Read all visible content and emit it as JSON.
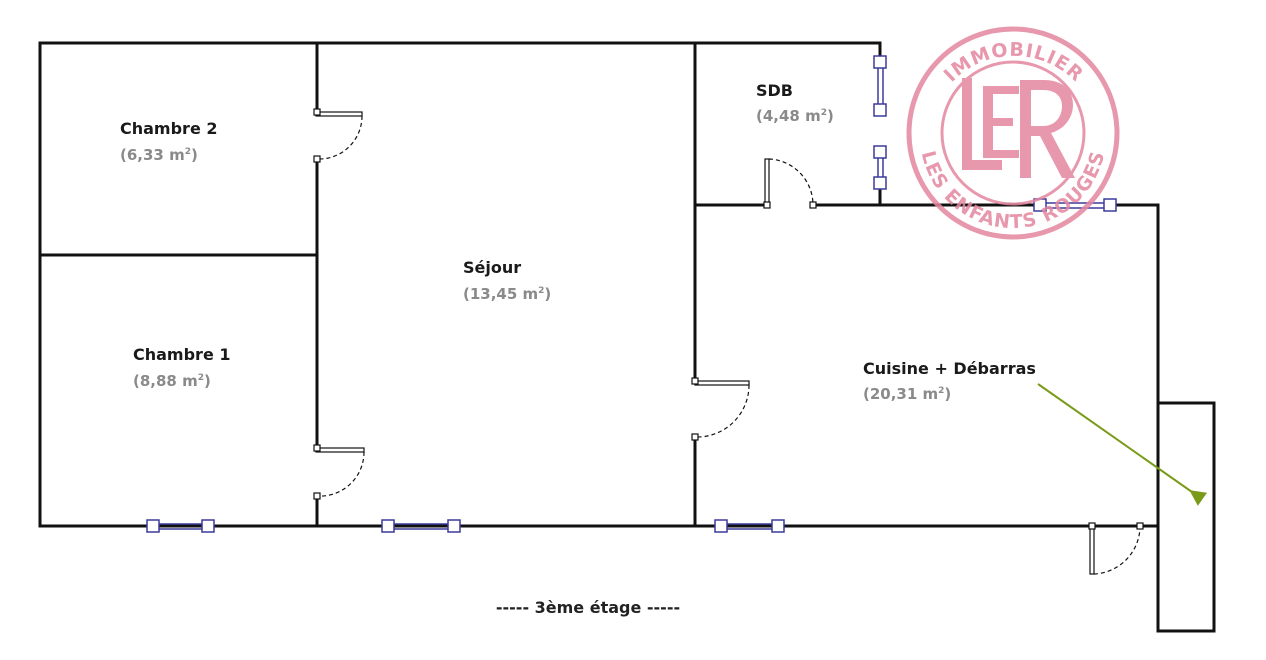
{
  "rooms": {
    "chambre2": {
      "name": "Chambre 2",
      "area": "(6,33 m",
      "area_sup": "2",
      "area_close": ")"
    },
    "chambre1": {
      "name": "Chambre 1",
      "area": "(8,88 m",
      "area_sup": "2",
      "area_close": ")"
    },
    "sejour": {
      "name": "Séjour",
      "area": "(13,45 m",
      "area_sup": "2",
      "area_close": ")"
    },
    "sdb": {
      "name": "SDB",
      "area": "(4,48 m",
      "area_sup": "2",
      "area_close": ")"
    },
    "cuisine": {
      "name": "Cuisine + Débarras",
      "area": "(20,31 m",
      "area_sup": "2",
      "area_close": ")"
    }
  },
  "floor_label": "----- 3ème étage -----",
  "logo": {
    "monogram": "LER",
    "top_text": "IMMOBILIER",
    "bottom_text": "LES ENFANTS ROUGES",
    "color": "#e4879f"
  },
  "colors": {
    "wall": "#111111",
    "window": "#3b3b9c",
    "arrow": "#7a9a1a"
  }
}
